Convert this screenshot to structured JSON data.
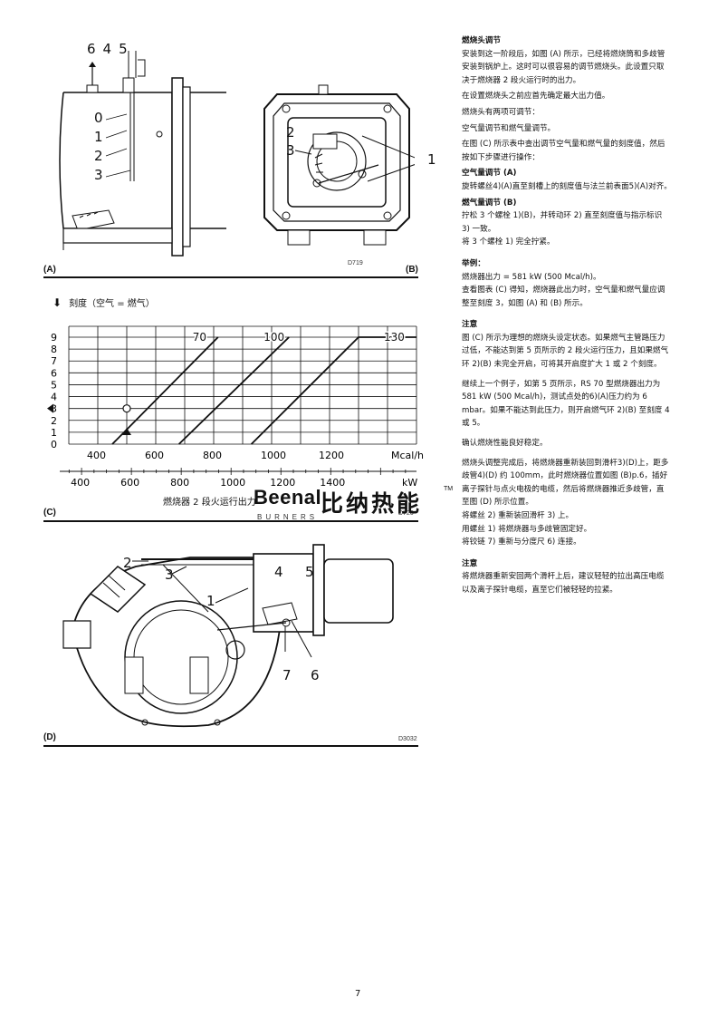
{
  "figures": {
    "a": {
      "label": "(A)",
      "callouts_top": [
        "6",
        "4",
        "5"
      ],
      "callouts_side": [
        "0",
        "1",
        "2",
        "3"
      ]
    },
    "b": {
      "label": "(B)",
      "code": "D719",
      "callouts": [
        "2",
        "3",
        "1"
      ]
    },
    "c": {
      "label": "(C)",
      "code": "D720",
      "ylabel": "刻度（空气 = 燃气）",
      "x_axis_caption": "燃烧器 2 段火运行出力",
      "unit_kcal": "Mcal/h",
      "unit_kw": "kW"
    },
    "d": {
      "label": "(D)",
      "code": "D3032",
      "callouts": [
        "2",
        "3",
        "1",
        "4",
        "5",
        "7",
        "6"
      ]
    }
  },
  "chart_data": {
    "type": "line",
    "title": "",
    "xlabel": "燃烧器 2 段火运行出力",
    "ylabel": "刻度（空气 = 燃气）",
    "x_unit_top": "Mcal/h",
    "x_unit_bottom": "kW",
    "x_ticks_mcal": [
      "400",
      "600",
      "800",
      "1000",
      "1200"
    ],
    "x_ticks_kw": [
      "400",
      "600",
      "800",
      "1000",
      "1200",
      "1400"
    ],
    "y_ticks": [
      "0",
      "1",
      "2",
      "3",
      "4",
      "5",
      "6",
      "7",
      "8",
      "9"
    ],
    "xlim_mcal": [
      300,
      1500
    ],
    "ylim": [
      0,
      9
    ],
    "grid": true,
    "series": [
      {
        "name": "70",
        "x": [
          450,
          815
        ],
        "y": [
          0,
          9
        ]
      },
      {
        "name": "100",
        "x": [
          680,
          1060
        ],
        "y": [
          0,
          9
        ]
      },
      {
        "name": "130",
        "x": [
          930,
          1300,
          1500
        ],
        "y": [
          0,
          9,
          9
        ]
      }
    ],
    "example_point": {
      "x": 500,
      "y": 3
    }
  },
  "watermark": {
    "brand_en": "Beenal",
    "brand_sub": "BURNERS",
    "brand_cn": "比纳热能",
    "tm": "TM"
  },
  "text": {
    "s1_title": "燃烧头调节",
    "s1_p1": "安装到这一阶段后，如图 (A) 所示，已经将燃烧筒和多歧管安装到锅炉上。这时可以很容易的调节燃烧头。此设置只取决于燃烧器 2 段火运行时的出力。",
    "s1_p2": "在设置燃烧头之前应首先确定最大出力值。",
    "s1_p3": "燃烧头有两项可调节：",
    "s1_p4": "空气量调节和燃气量调节。",
    "s1_p5": "在图 (C) 所示表中查出调节空气量和燃气量的刻度值，然后按如下步骤进行操作：",
    "air_title": "空气量调节 (A)",
    "air_text": "旋转螺丝4)(A)直至刻槽上的刻度值与法兰前表面5)(A)对齐。",
    "gas_title": "燃气量调节 (B)",
    "gas_text1": "拧松 3 个螺栓 1)(B)，并转动环 2) 直至刻度值与指示标识 3) 一致。",
    "gas_text2": "将 3 个螺栓 1) 完全拧紧。",
    "ex_title": "举例：",
    "ex_text1": "燃烧器出力 = 581 kW (500 Mcal/h)。",
    "ex_text2": "查看图表 (C) 得知，燃烧器此出力时，空气量和燃气量应调整至刻度 3，如图 (A) 和 (B) 所示。",
    "note1_title": "注意",
    "note1_text": "图 (C) 所示为理想的燃烧头设定状态。如果燃气主管路压力过低，不能达到第 5 页所示的 2 段火运行压力，且如果燃气环 2)(B) 未完全开启，可将其开启度扩大 1 或 2 个刻度。",
    "cont_text": "继续上一个例子，如第 5 页所示，RS 70 型燃烧器出力为581 kW (500 Mcal/h)，测试点处的6)(A)压力约为 6 mbar。如果不能达到此压力，则开启燃气环 2)(B) 至刻度 4 或 5。",
    "confirm_text": "确认燃烧性能良好稳定。",
    "reinstall_text": "燃烧头调整完成后，将燃烧器重新装回到滑杆3)(D)上，距多歧管4)(D) 约 100mm，此时燃烧器位置如图 (B)p.6，插好离子探针与点火电极的电缆，然后将燃烧器推近多歧管，直至图 (D) 所示位置。",
    "step1": "将螺丝 2) 重新装回滑杆 3) 上。",
    "step2": "用螺丝 1) 将燃烧器与多歧管固定好。",
    "step3": "将铰链 7) 重新与分度尺 6) 连接。",
    "note2_title": "注意",
    "note2_text": "将燃烧器重新安回两个滑杆上后，建议轻轻的拉出高压电缆以及离子探针电缆，直至它们被轻轻的拉紧。"
  },
  "page_number": "7"
}
